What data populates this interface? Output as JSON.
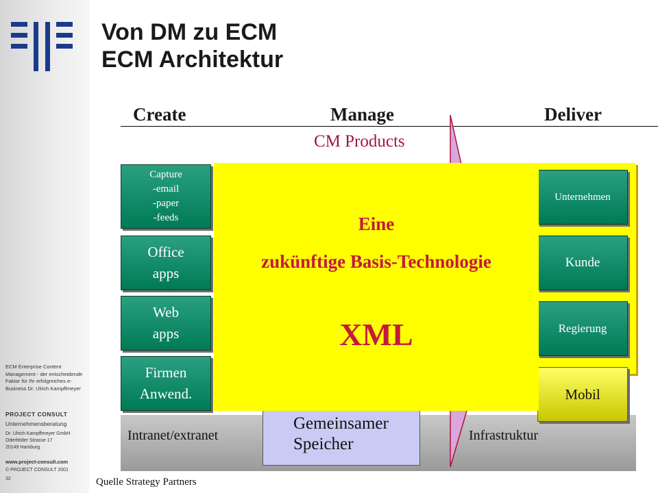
{
  "sidebar": {
    "desc": "ECM Enterprise Content Management - der entscheidende Faktor für Ihr erfolgreiches e-Business Dr. Ulrich Kampffmeyer",
    "company": "PROJECT CONSULT",
    "sub": "Unternehmensberatung",
    "addr1": "Dr. Ulrich Kampffmeyer GmbH",
    "addr2": "Oderfelder Strasse 17",
    "addr3": "20149 Hamburg",
    "web": "www.project-consult.com",
    "copy": "© PROJECT CONSULT 2001",
    "page": "32"
  },
  "title": {
    "line1": "Von DM zu ECM",
    "line2": "ECM Architektur"
  },
  "columns": {
    "create": "Create",
    "manage": "Manage",
    "deliver": "Deliver"
  },
  "cm_products": "CM Products",
  "create_boxes": {
    "capture_title": "Capture",
    "capture_email": "-email",
    "capture_paper": "-paper",
    "capture_feeds": "-feeds",
    "office_l1": "Office",
    "office_l2": "apps",
    "web_l1": "Web",
    "web_l2": "apps",
    "firmen_l1": "Firmen",
    "firmen_l2": "Anwend."
  },
  "deliver_boxes": {
    "unternehmen": "Unternehmen",
    "kunde": "Kunde",
    "regierung": "Regierung",
    "mobil": "Mobil"
  },
  "overlay": {
    "line1": "Eine",
    "line2": "zukünftige Basis-Technologie",
    "line3": "XML"
  },
  "infra": {
    "left": "Intranet/extranet",
    "right": "Infrastruktur",
    "storage_l1": "Gemeinsamer",
    "storage_l2": "Speicher"
  },
  "source": "Quelle Strategy Partners",
  "colors": {
    "green": "#007a55",
    "overlay_yellow": "#ffff00",
    "accent_red": "#c41a3c",
    "triangle_pink": "#d8a8dc",
    "storage_lavender": "#c9cbf5"
  }
}
